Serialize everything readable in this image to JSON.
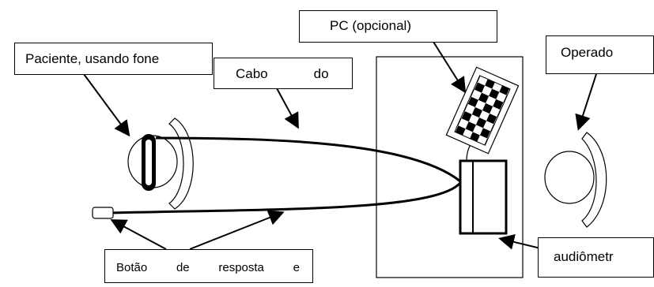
{
  "labels": {
    "paciente": "Paciente, usando fone",
    "pc": "PC (opcional)",
    "operador": "Operado",
    "cabo_1": "Cabo",
    "cabo_2": "do",
    "botao": [
      "Botão",
      "de",
      "resposta",
      "e"
    ],
    "audiometro": "audiômetr"
  }
}
